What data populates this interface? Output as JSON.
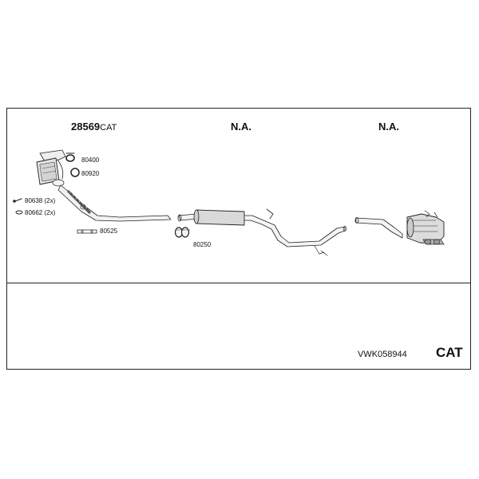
{
  "columns": [
    {
      "main": "28569",
      "suffix": "CAT"
    },
    {
      "main": "N.A.",
      "suffix": ""
    },
    {
      "main": "N.A.",
      "suffix": ""
    }
  ],
  "parts": {
    "p80400": "80400",
    "p80920": "80920",
    "p80638": "80638 (2x)",
    "p80662": "80662 (2x)",
    "p80525": "80525",
    "p80250": "80250"
  },
  "footer": {
    "kit_code": "VWK058944",
    "type": "CAT"
  }
}
